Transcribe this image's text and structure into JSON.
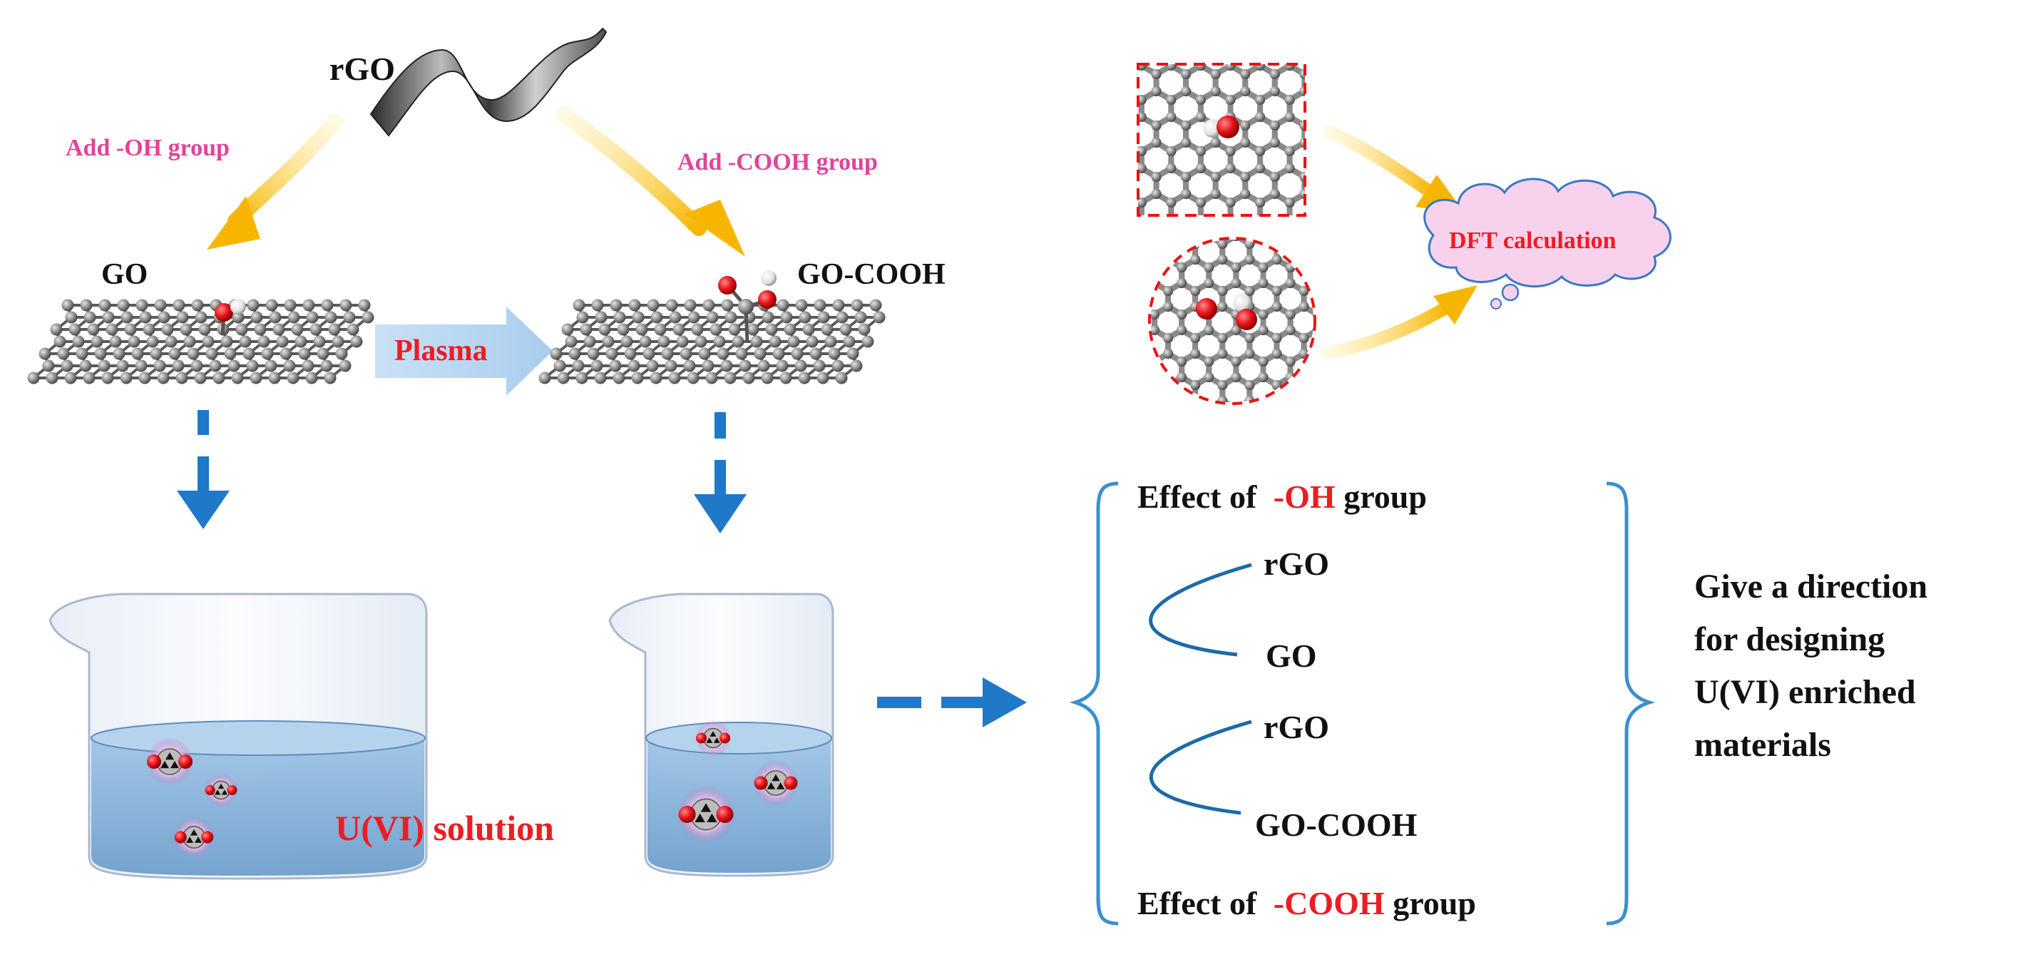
{
  "labels": {
    "rgo_top": "rGO",
    "add_oh": "Add -OH group",
    "add_cooh": "Add -COOH group",
    "go": "GO",
    "go_cooh": "GO-COOH",
    "plasma": "Plasma",
    "dft": "DFT calculation",
    "uvi_solution": "U(VI) solution"
  },
  "comparison": {
    "effect_oh_prefix": "Effect of ",
    "effect_oh_group": "-OH",
    "effect_oh_suffix": " group",
    "effect_cooh_prefix": "Effect of ",
    "effect_cooh_group": "-COOH",
    "effect_cooh_suffix": " group",
    "pair1_top": "rGO",
    "pair1_bottom": "GO",
    "pair2_top": "rGO",
    "pair2_bottom": "GO-COOH"
  },
  "conclusion": {
    "line1": "Give a direction",
    "line2": "for designing",
    "line3": "U(VI) enriched",
    "line4": "materials"
  },
  "colors": {
    "pink": "#e0449a",
    "red": "#ee1c24",
    "blue_arrow": "#1f78c8",
    "brace": "#3a8fd0",
    "cloud": "#f8d2ec",
    "water": "#7fb0d8",
    "oxygen": "#e8161e",
    "carbon": "#8a8a8a"
  }
}
